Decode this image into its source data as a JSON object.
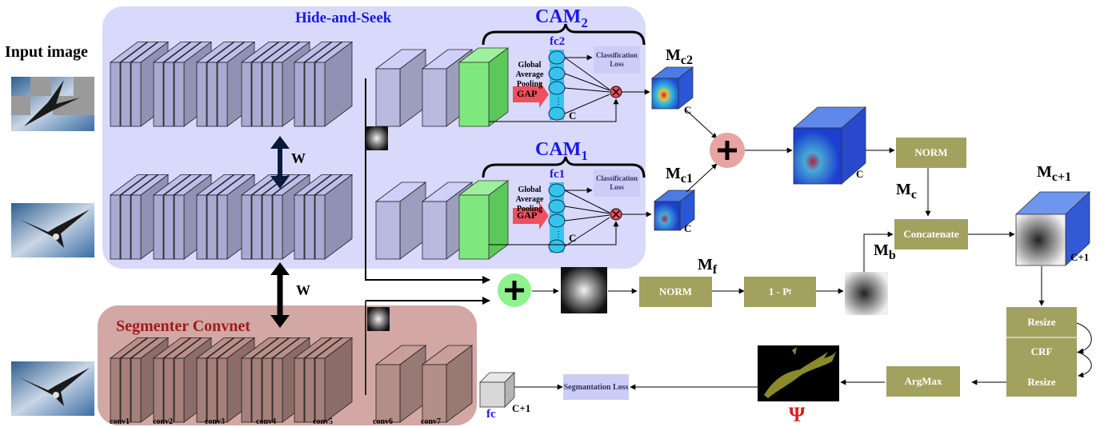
{
  "regions": {
    "hide_and_seek": "Hide-and-Seek",
    "segmenter": "Segmenter Convnet"
  },
  "input_label": "Input image",
  "cam2": {
    "title": "CAM",
    "sub": "2",
    "fc": "fc2",
    "gap_caption": "Global Average Pooling",
    "gap": "GAP",
    "loss": "Classification Loss",
    "c": "C"
  },
  "cam1": {
    "title": "CAM",
    "sub": "1",
    "fc": "fc1",
    "gap_caption": "Global Average Pooling",
    "gap": "GAP",
    "loss": "Classification Loss",
    "c": "C"
  },
  "maps": {
    "mc2_base": "M",
    "mc2_sub": "c2",
    "mc2_c": "C",
    "mc1_base": "M",
    "mc1_sub": "c1",
    "mc1_c": "C",
    "fused_c": "C",
    "mc_base": "M",
    "mc_sub": "c",
    "mc1plus_base": "M",
    "mc1plus_sub": "c+1",
    "mc1plus_c": "C+1",
    "mf_base": "M",
    "mf_sub": "f",
    "mb_base": "M",
    "mb_sub": "b"
  },
  "weight_share": "W",
  "blocks": {
    "norm_top": "NORM",
    "concatenate": "Concatenate",
    "norm_bottom": "NORM",
    "one_minus_pf": "1 - P",
    "one_minus_pf_sub": "f",
    "resize1": "Resize",
    "crf": "CRF",
    "resize2": "Resize",
    "argmax": "ArgMax",
    "seg_loss": "Segmantation Loss"
  },
  "fc_label": "fc",
  "fc_c": "C+1",
  "psi": "Ψ",
  "conv_labels": [
    "conv1",
    "conv2",
    "conv3",
    "conv4",
    "conv5",
    "conv6",
    "conv7"
  ],
  "colors": {
    "hs_region": "#d9d9fb",
    "seg_region": "#d2a7a4",
    "layer_blue": "#a9aad2",
    "layer_seg": "#a57f7a",
    "green_layer": "#7ee87e",
    "olive_box": "#a2a15e",
    "lavender_box": "#cbcdf6",
    "gap_arrow": "#ef4f5e",
    "plus_pink": "#e8a3a2",
    "plus_green": "#8ef28e",
    "title_blue": "#1919e6",
    "seg_title": "#a31a1a",
    "psi_red": "#e11a1a"
  }
}
